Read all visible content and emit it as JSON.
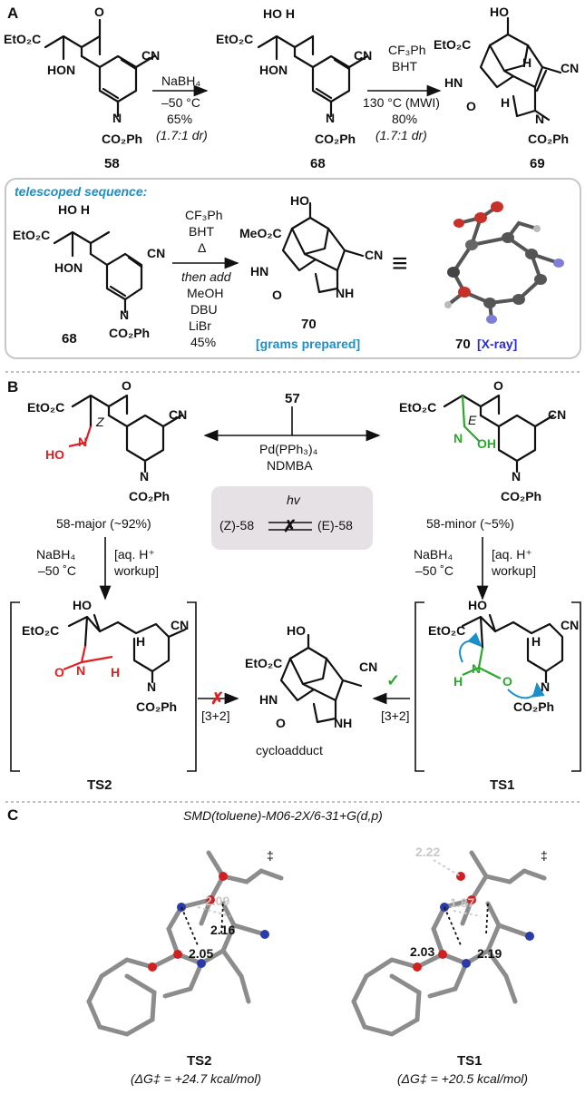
{
  "panels": {
    "a": "A",
    "b": "B",
    "c": "C"
  },
  "section_a": {
    "sm58_ester": "EtO₂C",
    "sm58_hon": "HON",
    "sm58_o": "O",
    "sm58_cn": "CN",
    "sm58_n": "N",
    "sm58_co2ph": "CO₂Ph",
    "cpd58": "58",
    "step1_reagent": "NaBH₄",
    "step1_temp": "–50 °C",
    "step1_yield": "65%",
    "step1_dr": "(1.7:1 dr)",
    "cpd68": "68",
    "ho_h": "HO H",
    "step2_reagent1": "CF₃Ph",
    "step2_reagent2": "BHT",
    "step2_temp": "130 °C (MWI)",
    "step2_yield": "80%",
    "step2_dr": "(1.7:1 dr)",
    "cpd69": "69",
    "p69_ho": "HO",
    "p69_ester": "EtO₂C",
    "p69_hn": "HN",
    "p69_o": "O",
    "p69_h": "H",
    "p69_cn": "CN",
    "p69_n": "N",
    "p69_co2ph": "CO₂Ph"
  },
  "telescoped": {
    "title": "telescoped sequence:",
    "reagent1": "CF₃Ph",
    "reagent2": "BHT",
    "reagent3": "Δ",
    "then_add": "then add",
    "reagent4": "MeOH",
    "reagent5": "DBU",
    "reagent6": "LiBr",
    "yield": "45%",
    "p70_ester": "MeO₂C",
    "p70_hn": "HN",
    "p70_o": "O",
    "p70_nh": "NH",
    "p70_cn": "CN",
    "p70_ho": "HO",
    "cpd68": "68",
    "cpd70": "70",
    "grams": "[grams prepared]",
    "xray_num": "70",
    "xray_label": "[X-ray]",
    "equiv": "≡"
  },
  "section_b": {
    "cpd57": "57",
    "cat1": "Pd(PPh₃)₄",
    "cat2": "NDMBA",
    "z_label": "Z",
    "e_label": "E",
    "ho_red": "HO",
    "oh_green": "OH",
    "n_label": "N",
    "major": "58-major (~92%)",
    "minor": "58-minor (~5%)",
    "hv": "hv",
    "iso_left": "(Z)-58",
    "iso_right": "(E)-58",
    "red_left1": "NaBH₄",
    "red_left2": "–50 ˚C",
    "workup_left1": "[aq. H⁺",
    "workup_left2": "workup]",
    "red_right1": "NaBH₄",
    "red_right2": "–50 ˚C",
    "workup_right1": "[aq. H⁺",
    "workup_right2": "workup]",
    "ts2": "TS2",
    "ts1": "TS1",
    "cyclo_left": "[3+2]",
    "cyclo_right": "[3+2]",
    "cycloadduct": "cycloadduct",
    "ester": "EtO₂C",
    "cn": "CN",
    "co2ph": "CO₂Ph",
    "ho": "HO",
    "hn": "HN",
    "o": "O",
    "nh": "NH",
    "h": "H",
    "check": "✓",
    "cross": "✗"
  },
  "section_c": {
    "method": "SMD(toluene)-M06-2X/6-31+G(d,p)",
    "dagger": "‡",
    "ts2_d1": "2.09",
    "ts2_d2": "2.16",
    "ts2_d3": "2.05",
    "ts1_d1": "2.22",
    "ts1_d2": "1.87",
    "ts1_d3": "2.03",
    "ts1_d4": "2.19",
    "ts2_label": "TS2",
    "ts2_energy": "(ΔG‡ = +24.7 kcal/mol)",
    "ts1_label": "TS1",
    "ts1_energy": "(ΔG‡ = +20.5 kcal/mol)"
  },
  "colors": {
    "blue_accent": "#1a8fc8",
    "violet": "#2b2bd6",
    "red": "#e02020",
    "green": "#2aa82a",
    "box_border": "#c8c8c8",
    "gray_box": "#e6e1e4"
  }
}
